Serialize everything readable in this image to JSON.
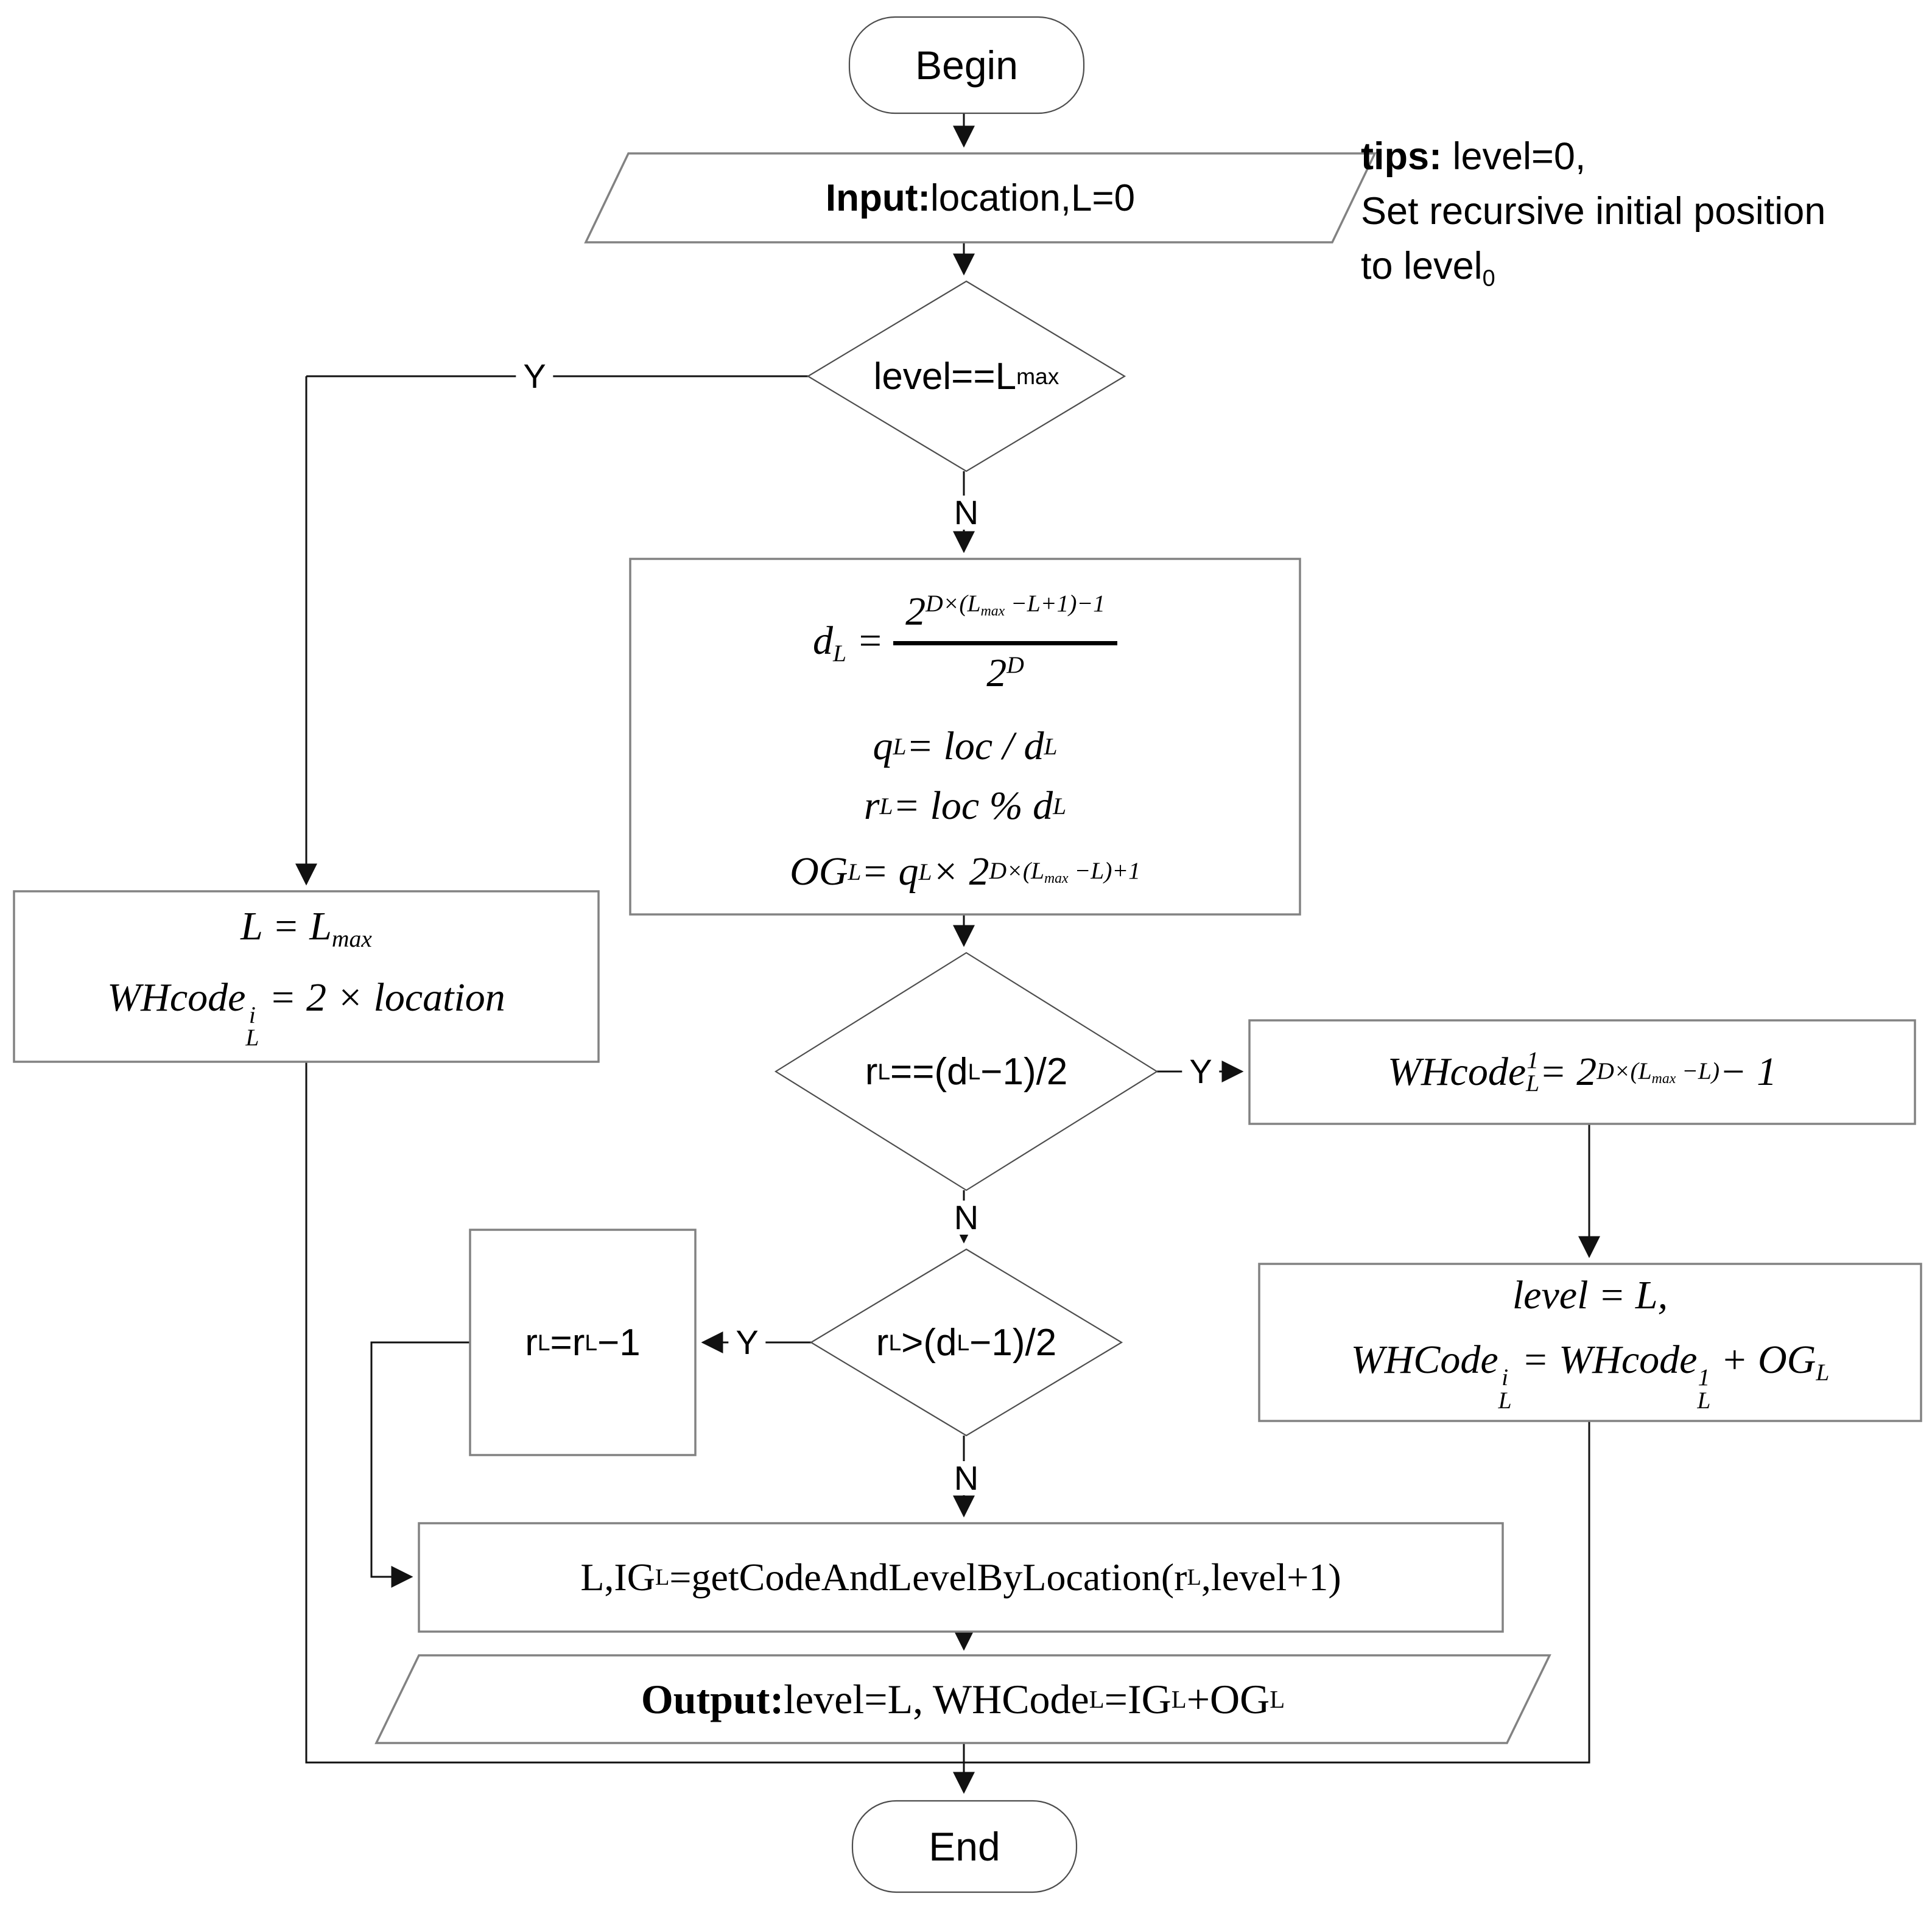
{
  "palette": {
    "background": "#ffffff",
    "line": "#111111",
    "box_border": "#828282",
    "shape_border": "#4d4d4d",
    "text": "#000000"
  },
  "nodes": {
    "begin": {
      "label": "Begin"
    },
    "input": {
      "label": "*{Input:} location,L=0"
    },
    "tips": {
      "lines": [
        "*{tips:} level=0,",
        "Set recursive initial position",
        "to level_{0}"
      ]
    },
    "decision_level": {
      "label": "level==L_{max}"
    },
    "formula": {
      "frac_lhs": "d_{L} =",
      "frac_num": "2^{D×(L_{max} −L+1)−1}",
      "frac_den": "2^{D}",
      "line2": "q_{L} = loc / d_{L}",
      "line3": "r_{L} = loc % d_{L}",
      "line4": "OG_{L} = q_{L} × 2^{D×(L_{max} −L)+1}"
    },
    "leftbox": {
      "line1": "L = L_{max}",
      "line2": "WHcode~{i|L} = 2 × location"
    },
    "decision_mid": {
      "label": "r_{L}==(d_{L}−1)/2"
    },
    "rightbox1": {
      "label": "WHcode~{1|L} = 2^{D×(L_{max} −L)} − 1"
    },
    "rightbox2": {
      "line1": "level = L,",
      "line2": "WHCode~{i|L} = WHcode~{1|L} + OG_{L}"
    },
    "decision_gt": {
      "label": "r_{L}>(d_{L}−1)/2"
    },
    "rlbox": {
      "label": "r_{L}=r_{L}−1"
    },
    "getcode": {
      "label": "L,IG_{L}=getCodeAndLevelByLocation(r_{L},level+1)"
    },
    "output": {
      "label": "*{Output:} level=L, WHCode_{L}=IG_{L}+OG_{L}"
    },
    "end": {
      "label": "End"
    }
  },
  "edge_labels": {
    "d1_yes": "Y",
    "d1_no": "N",
    "d2_yes": "Y",
    "d2_no": "N",
    "d3_yes": "Y",
    "d3_no": "N"
  }
}
